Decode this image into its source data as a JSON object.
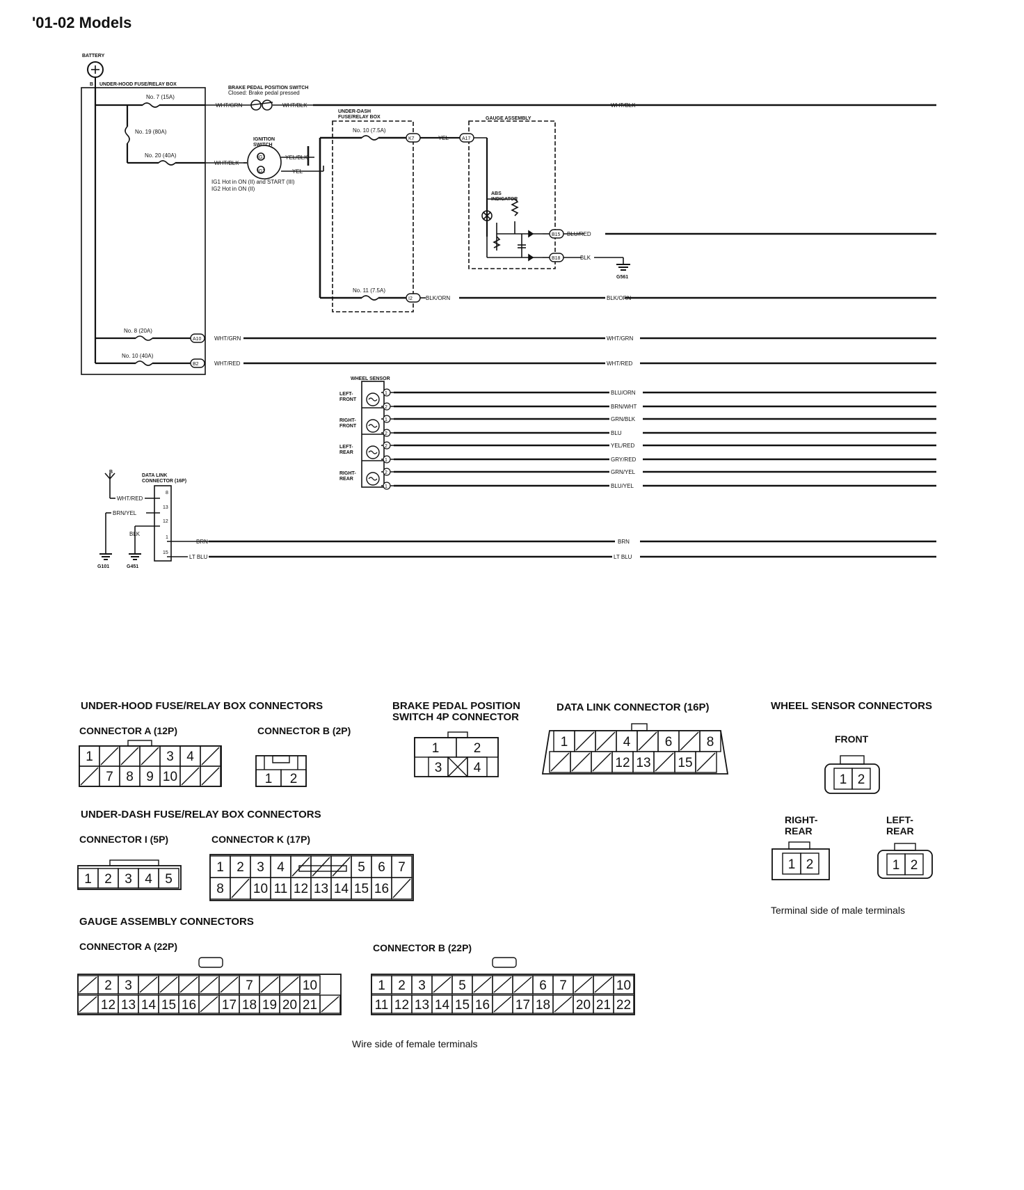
{
  "title": "'01-02 Models",
  "schematic": {
    "battery": "BATTERY",
    "fuse_box_uh": "UNDER-HOOD FUSE/RELAY BOX",
    "b_marker": "B",
    "fuses": {
      "no7": "No. 7 (15A)",
      "no19": "No. 19 (80A)",
      "no20": "No. 20 (40A)",
      "no8": "No. 8 (20A)",
      "no10a": "No. 10 (40A)",
      "no10b": "No. 10 (7.5A)",
      "no11": "No. 11 (7.5A)"
    },
    "brake_switch": [
      "BRAKE PEDAL POSITION SWITCH",
      "Closed: Brake pedal pressed"
    ],
    "ignition_switch": [
      "IGNITION",
      "SWITCH"
    ],
    "ig_note1": "IG1 Hot in ON (II) and START (III)",
    "ig_note2": "IG2 Hot in ON (II)",
    "ig1": "IG1",
    "ig2": "IG2",
    "under_dash": [
      "UNDER-DASH",
      "FUSE/RELAY BOX"
    ],
    "gauge_assembly": "GAUGE ASSEMBLY",
    "abs_indicator": [
      "ABS",
      "INDICATOR"
    ],
    "terminals": {
      "a10": "A10",
      "b2": "B2",
      "k7": "K7",
      "i2": "I2",
      "a17": "A17",
      "b15": "B15",
      "b18": "B18"
    },
    "wires": {
      "wht_grn": "WHT/GRN",
      "wht_blk": "WHT/BLK",
      "yel_blk": "YEL/BLK",
      "yel": "YEL",
      "blu_red": "BLU/RED",
      "blk": "BLK",
      "blk_orn": "BLK/ORN",
      "wht_red": "WHT/RED",
      "blu_orn": "BLU/ORN",
      "brn_wht": "BRN/WHT",
      "grn_blk": "GRN/BLK",
      "blu": "BLU",
      "yel_red": "YEL/RED",
      "gry_red": "GRY/RED",
      "grn_yel": "GRN/YEL",
      "blu_yel": "BLU/YEL",
      "brn": "BRN",
      "lt_blu": "LT BLU",
      "brn_yel": "BRN/YEL"
    },
    "grounds": {
      "g561": "G561",
      "g101": "G101",
      "g451": "G451"
    },
    "wheel_sensor": "WHEEL SENSOR",
    "sensors": [
      [
        "LEFT-",
        "FRONT"
      ],
      [
        "RIGHT-",
        "FRONT"
      ],
      [
        "LEFT-",
        "REAR"
      ],
      [
        "RIGHT-",
        "REAR"
      ]
    ],
    "data_link": [
      "DATA LINK",
      "CONNECTOR (16P)"
    ],
    "dlc_pins": [
      "8",
      "13",
      "12",
      "1",
      "15"
    ]
  },
  "connectors": {
    "uh_header": "UNDER-HOOD FUSE/RELAY BOX CONNECTORS",
    "uh_a": "CONNECTOR A (12P)",
    "uh_b": "CONNECTOR B (2P)",
    "brake_header": [
      "BRAKE PEDAL POSITION",
      "SWITCH 4P CONNECTOR"
    ],
    "dlc_header": "DATA LINK CONNECTOR (16P)",
    "ws_header": "WHEEL SENSOR CONNECTORS",
    "front": "FRONT",
    "right_rear": [
      "RIGHT-",
      "REAR"
    ],
    "left_rear": [
      "LEFT-",
      "REAR"
    ],
    "male_note": "Terminal side of male terminals",
    "ud_header": "UNDER-DASH FUSE/RELAY BOX CONNECTORS",
    "ud_i": "CONNECTOR I (5P)",
    "ud_k": "CONNECTOR K (17P)",
    "gauge_header": "GAUGE ASSEMBLY CONNECTORS",
    "gauge_a": "CONNECTOR A (22P)",
    "gauge_b": "CONNECTOR B (22P)",
    "female_note": "Wire side of female terminals",
    "uh_a_top": [
      "1",
      "",
      "",
      "",
      "3",
      "4",
      ""
    ],
    "uh_a_bot": [
      "",
      "7",
      "8",
      "9",
      "10",
      "",
      ""
    ],
    "uh_b_pins": [
      "1",
      "2"
    ],
    "brake_top": [
      "1",
      "2"
    ],
    "brake_bot": [
      "3",
      "",
      "4"
    ],
    "dlc_top": [
      "1",
      "",
      "",
      "4",
      "",
      "6",
      "",
      "8"
    ],
    "dlc_bot": [
      "",
      "",
      "",
      "12",
      "13",
      "",
      "15",
      ""
    ],
    "ws_front": [
      "1",
      "2"
    ],
    "ws_rr": [
      "1",
      "2"
    ],
    "ws_lr": [
      "1",
      "2"
    ],
    "ud_i_pins": [
      "1",
      "2",
      "3",
      "4",
      "5"
    ],
    "ud_k_top": [
      "1",
      "2",
      "3",
      "4",
      "",
      "",
      "",
      "5",
      "6",
      "7"
    ],
    "ud_k_bot": [
      "8",
      "",
      "10",
      "11",
      "12",
      "13",
      "14",
      "15",
      "16",
      ""
    ],
    "ga_top": [
      "",
      "2",
      "3",
      "",
      "",
      "",
      "",
      "",
      "7",
      "",
      "",
      "10"
    ],
    "ga_bot": [
      "",
      "12",
      "13",
      "14",
      "15",
      "16",
      "",
      "17",
      "18",
      "19",
      "20",
      "21",
      ""
    ],
    "gb_top": [
      "1",
      "2",
      "3",
      "",
      "5",
      "",
      "",
      "",
      "6",
      "7",
      "",
      "",
      "10"
    ],
    "gb_bot": [
      "11",
      "12",
      "13",
      "14",
      "15",
      "16",
      "",
      "17",
      "18",
      "",
      "20",
      "21",
      "22"
    ]
  }
}
